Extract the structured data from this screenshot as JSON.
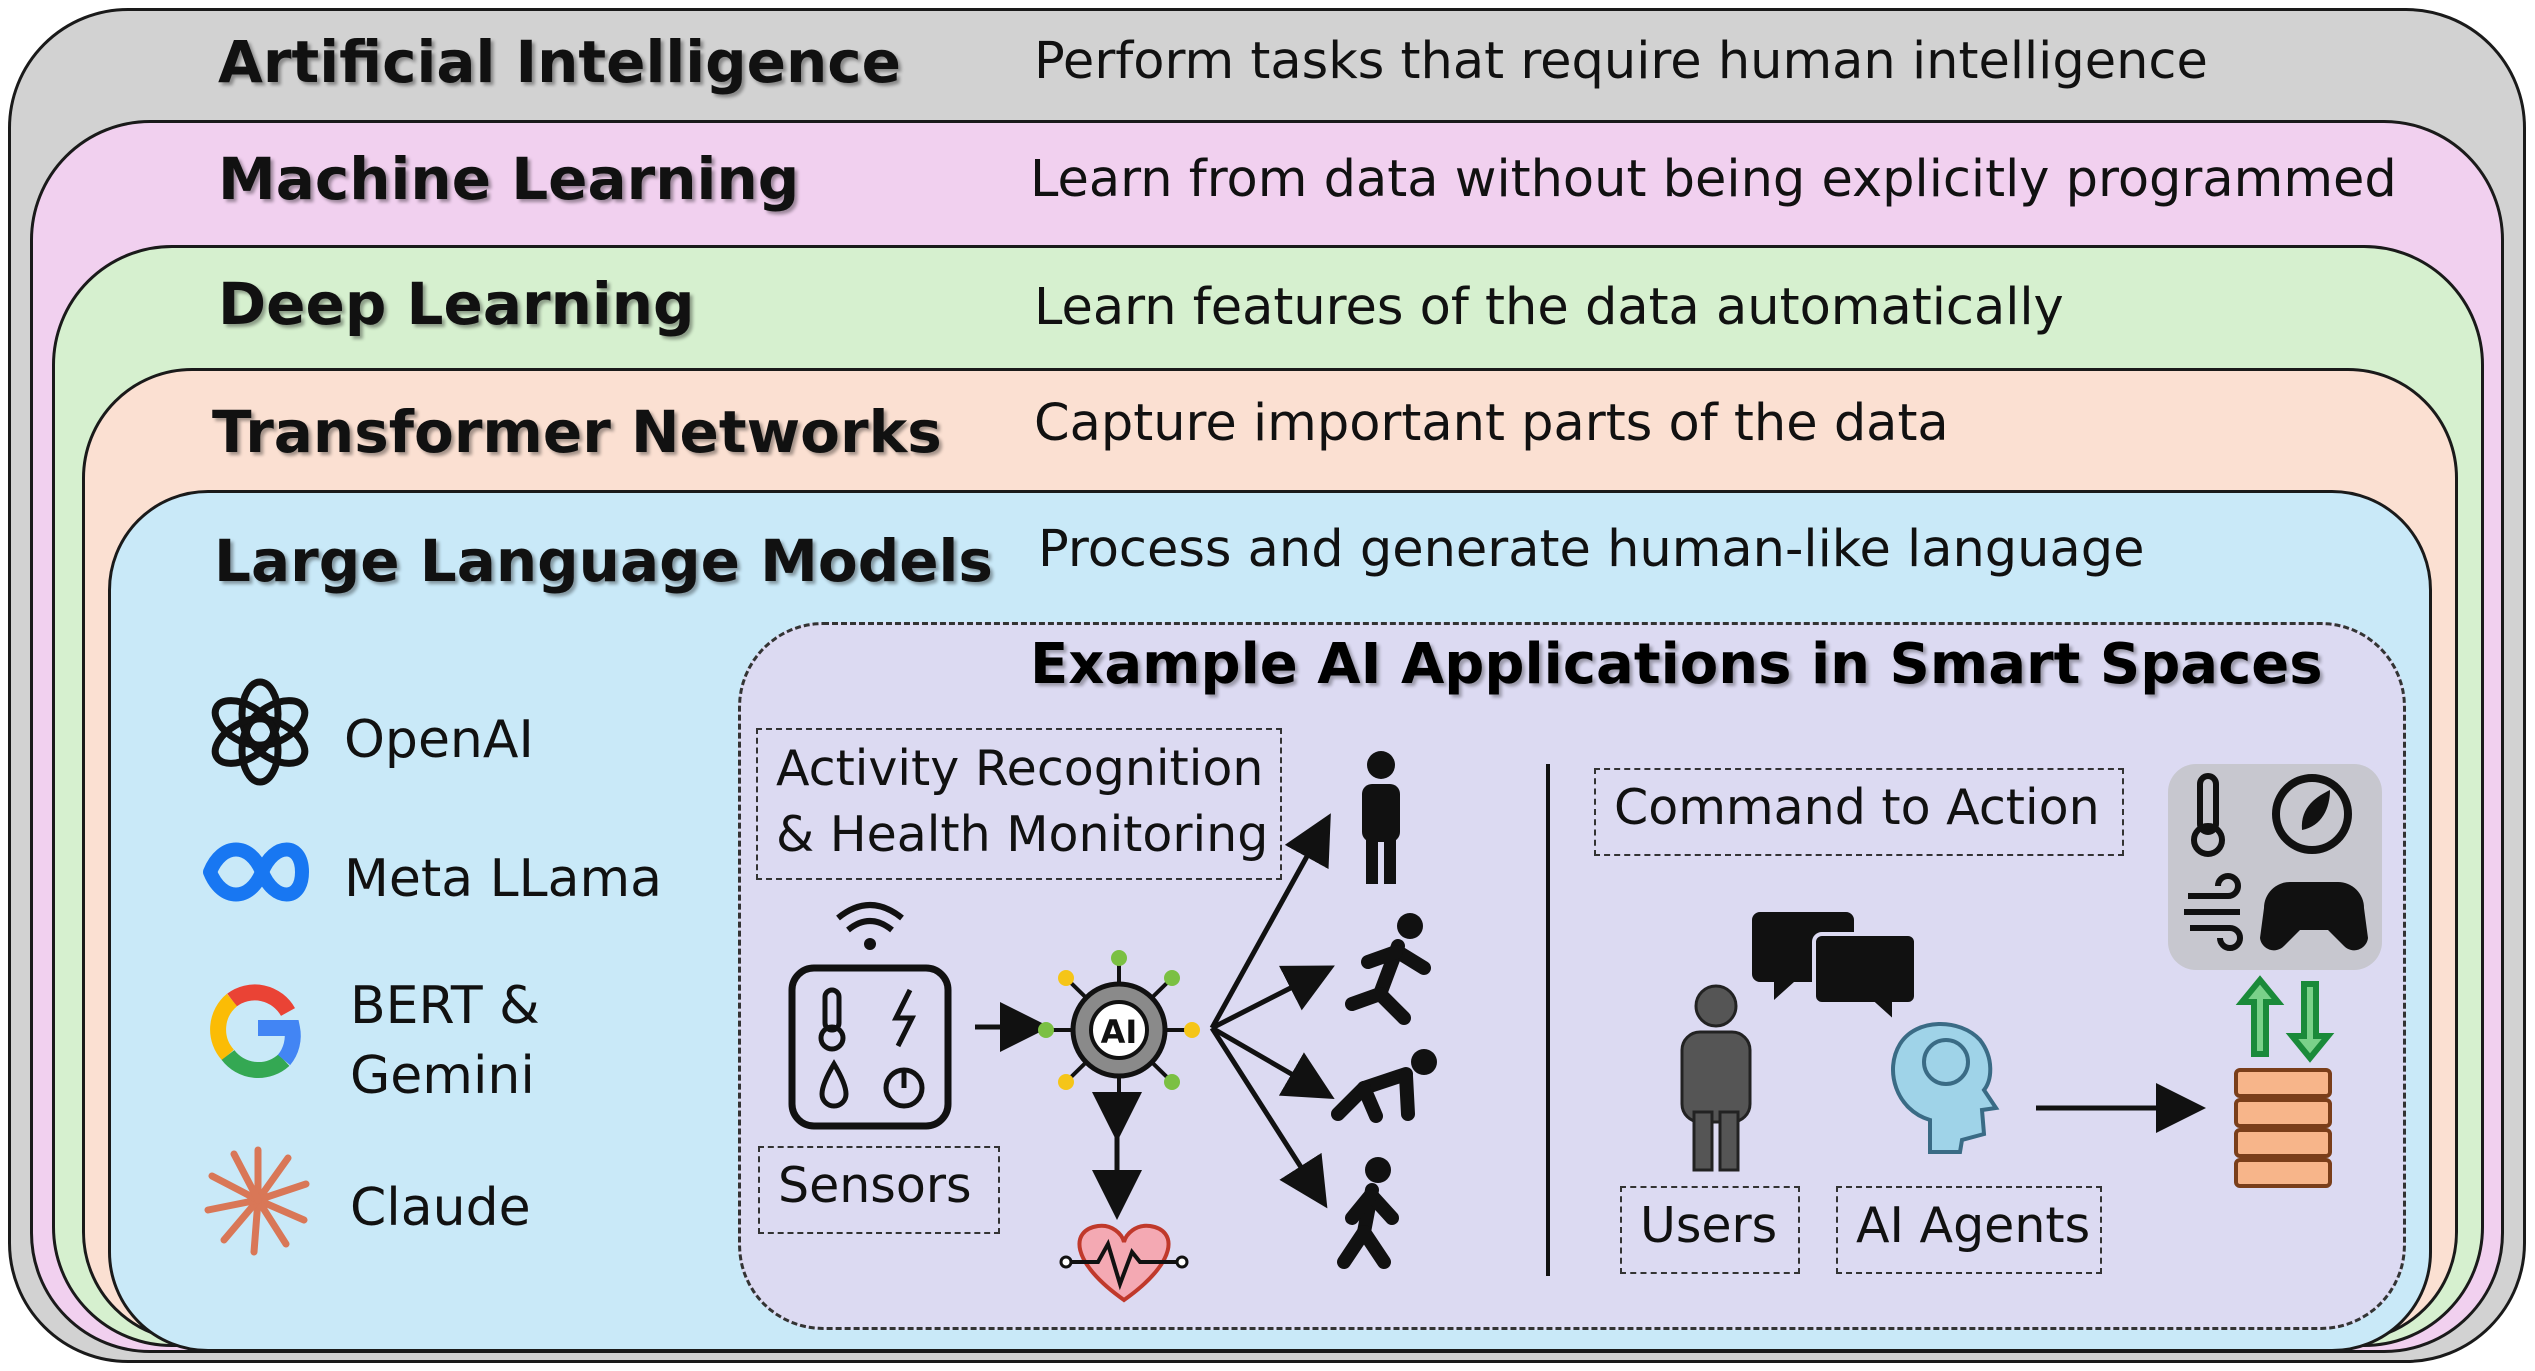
{
  "layers": [
    {
      "title": "Artificial Intelligence",
      "desc": "Perform tasks that require human intelligence",
      "color": "#d2d2d2"
    },
    {
      "title": "Machine Learning",
      "desc": "Learn from data without being explicitly programmed",
      "color": "#f1d0ef"
    },
    {
      "title": "Deep Learning",
      "desc": "Learn features of the data automatically",
      "color": "#d6f0cf"
    },
    {
      "title": "Transformer Networks",
      "desc": "Capture important parts of the data",
      "color": "#fbe0d2"
    },
    {
      "title": "Large Language Models",
      "desc": "Process and generate human-like language",
      "color": "#c9e9f8"
    }
  ],
  "llms": [
    {
      "label": "OpenAI",
      "icon": "openai-logo-icon"
    },
    {
      "label": "Meta LLama",
      "icon": "meta-logo-icon"
    },
    {
      "label_line1": "BERT &",
      "label_line2": "Gemini",
      "icon": "google-logo-icon"
    },
    {
      "label": "Claude",
      "icon": "claude-logo-icon"
    }
  ],
  "applications": {
    "title": "Example AI Applications in Smart Spaces",
    "activity_line1": "Activity Recognition",
    "activity_line2": "& Health Monitoring",
    "sensors": "Sensors",
    "ai_chip": "AI",
    "command": "Command to Action",
    "users": "Users",
    "agents": "AI Agents"
  }
}
